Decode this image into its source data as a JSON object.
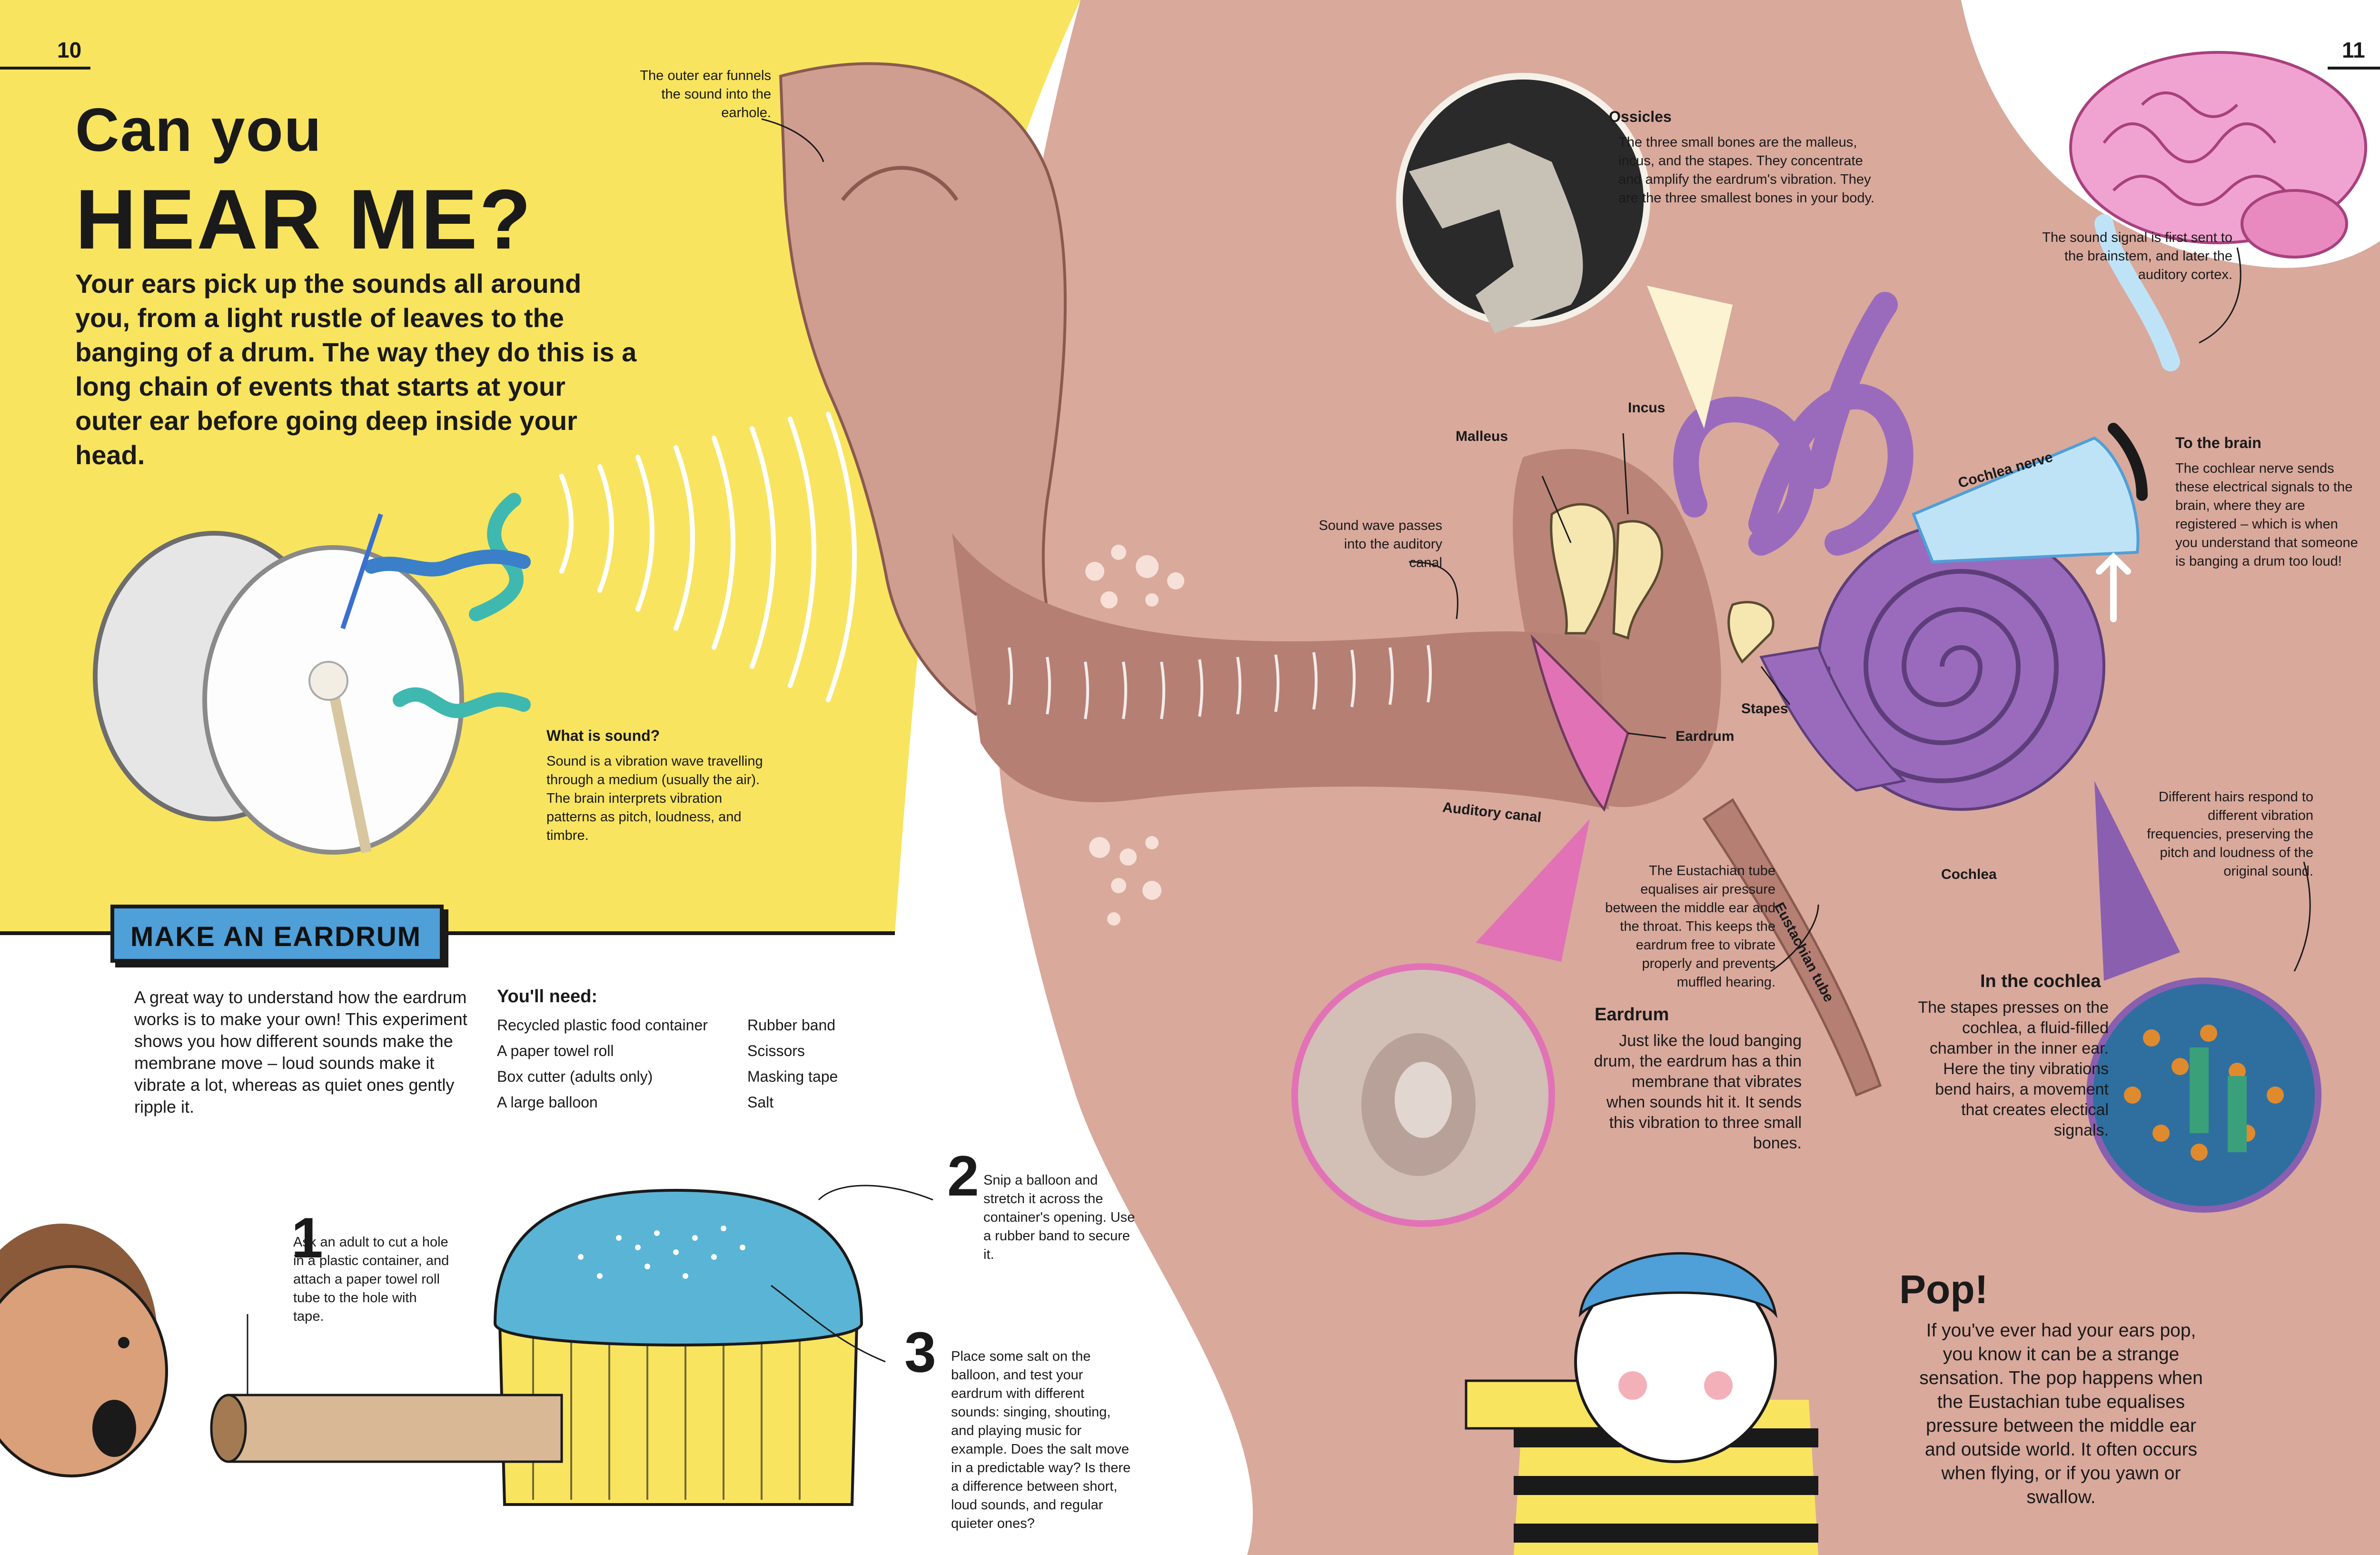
{
  "page": {
    "left_number": "10",
    "right_number": "11",
    "title_line1": "Can you",
    "title_line2": "HEAR ME?",
    "intro": "Your ears pick up the sounds all around you, from a light rustle of leaves to the banging of a drum. The way they do this is a long chain of events that starts at your outer ear before going deep inside your head."
  },
  "sound": {
    "heading": "What is sound?",
    "text": "Sound is a vibration wave travelling through a medium (usually the air). The brain interprets vibration patterns as pitch, loudness, and timbre."
  },
  "annotations": {
    "outer_ear": "The outer ear funnels the sound into the earhole.",
    "sound_wave": "Sound wave passes into the auditory canal",
    "brain_signal": "The sound signal is first sent to the brainstem, and later the auditory cortex.",
    "eustachian": "The Eustachian tube equalises air pressure between the middle ear and the throat. This keeps the eardrum free to vibrate properly and prevents muffled hearing.",
    "hairs": "Different hairs respond to different vibration frequencies, preserving the pitch and loudness of the original sound."
  },
  "labels": {
    "malleus": "Malleus",
    "incus": "Incus",
    "stapes": "Stapes",
    "eardrum": "Eardrum",
    "auditory_canal": "Auditory canal",
    "eustachian_tube": "Eustachian tube",
    "cochlea": "Cochlea",
    "cochlea_nerve": "Cochlea nerve"
  },
  "ossicles": {
    "heading": "Ossicles",
    "text": "The three small bones are the malleus, incus, and the stapes. They concentrate and amplify the eardrum's vibration. They are the three smallest bones in your body."
  },
  "to_brain": {
    "heading": "To the brain",
    "text": "The cochlear nerve sends these electrical signals to the brain, where they are registered – which is when you understand that someone is banging a drum too loud!"
  },
  "eardrum_box": {
    "heading": "Eardrum",
    "text": "Just like the loud banging drum, the eardrum has a thin membrane that vibrates when sounds hit it. It sends this vibration to three small bones."
  },
  "cochlea_box": {
    "heading": "In the cochlea",
    "text": "The stapes presses on the cochlea, a fluid-filled chamber in the inner ear. Here the tiny vibrations bend hairs, a movement that creates electical signals."
  },
  "experiment": {
    "heading": "MAKE AN EARDRUM",
    "intro": "A great way to understand how the eardrum works is to make your own! This experiment shows you how different sounds make the membrane move – loud sounds make it vibrate a lot, whereas as quiet ones gently ripple it.",
    "need_heading": "You'll need:",
    "need_col1": [
      "Recycled plastic food container",
      "A paper towel roll",
      "Box cutter (adults only)",
      "A large balloon"
    ],
    "need_col2": [
      "Rubber band",
      "Scissors",
      "Masking tape",
      "Salt"
    ],
    "steps": [
      {
        "num": "1",
        "text": "Ask an adult to cut a hole in a plastic container, and attach a paper towel roll tube to the hole with tape."
      },
      {
        "num": "2",
        "text": "Snip a balloon and stretch it across the container's opening. Use a rubber band to secure it."
      },
      {
        "num": "3",
        "text": "Place some salt on the balloon, and test your eardrum with different sounds: singing, shouting, and playing music for example. Does the salt move in a predictable way? Is there a difference between short, loud sounds, and regular quieter ones?"
      }
    ]
  },
  "pop": {
    "heading": "Pop!",
    "text": "If you've ever had your ears pop, you know it can be a strange sensation. The pop happens when the Eustachian tube equalises pressure between the middle ear and outside world. It often occurs when flying, or if you yawn or swallow."
  },
  "colors": {
    "yellow": "#f8e45f",
    "skin": "#d9a99c",
    "ear_dark": "#b67f74",
    "purple": "#9a6bbd",
    "blue": "#4f9fd8"
  }
}
